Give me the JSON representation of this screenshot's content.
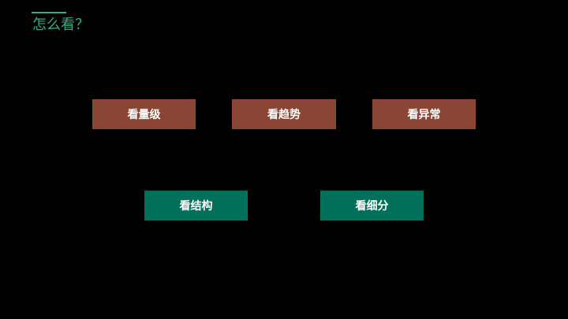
{
  "header": {
    "title": "怎么看？",
    "accent_color": "#2fae86"
  },
  "perspectives": {
    "row1": [
      {
        "label": "看量级",
        "color": "#8b4534"
      },
      {
        "label": "看趋势",
        "color": "#8b4534"
      },
      {
        "label": "看异常",
        "color": "#8b4534"
      }
    ],
    "row2": [
      {
        "label": "看结构",
        "color": "#00705a"
      },
      {
        "label": "看细分",
        "color": "#00705a"
      }
    ]
  }
}
